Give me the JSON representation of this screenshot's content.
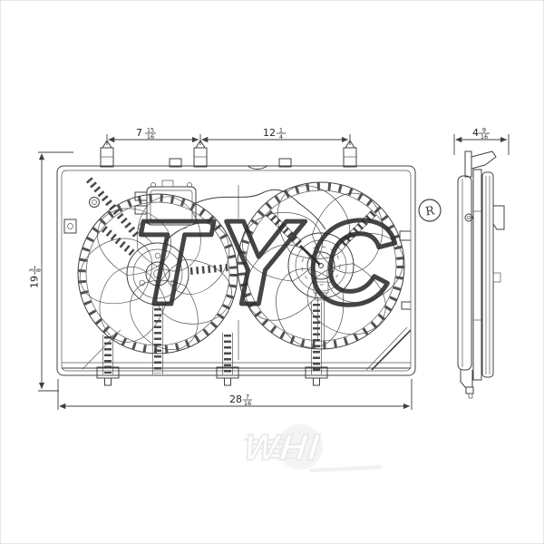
{
  "drawing": {
    "description": "Dual radiator cooling fan assembly technical drawing, front and side views",
    "dimensions": {
      "top_left": {
        "whole": "7",
        "num": "15",
        "den": "16"
      },
      "top_right": {
        "whole": "12",
        "num": "1",
        "den": "4"
      },
      "side_width": {
        "whole": "4",
        "num": "9",
        "den": "16"
      },
      "overall_height": {
        "whole": "19",
        "num": "3",
        "den": "8"
      },
      "overall_width": {
        "whole": "28",
        "num": "7",
        "den": "16"
      }
    },
    "registered_symbol": "R",
    "watermarks": {
      "brand": "TYC",
      "supplier": "WHI"
    }
  },
  "colors": {
    "line": "#404040",
    "watermark_brand": "#2c2c2c",
    "watermark_supplier": "#ededed",
    "background": "#ffffff",
    "border": "#e6e6e6"
  }
}
